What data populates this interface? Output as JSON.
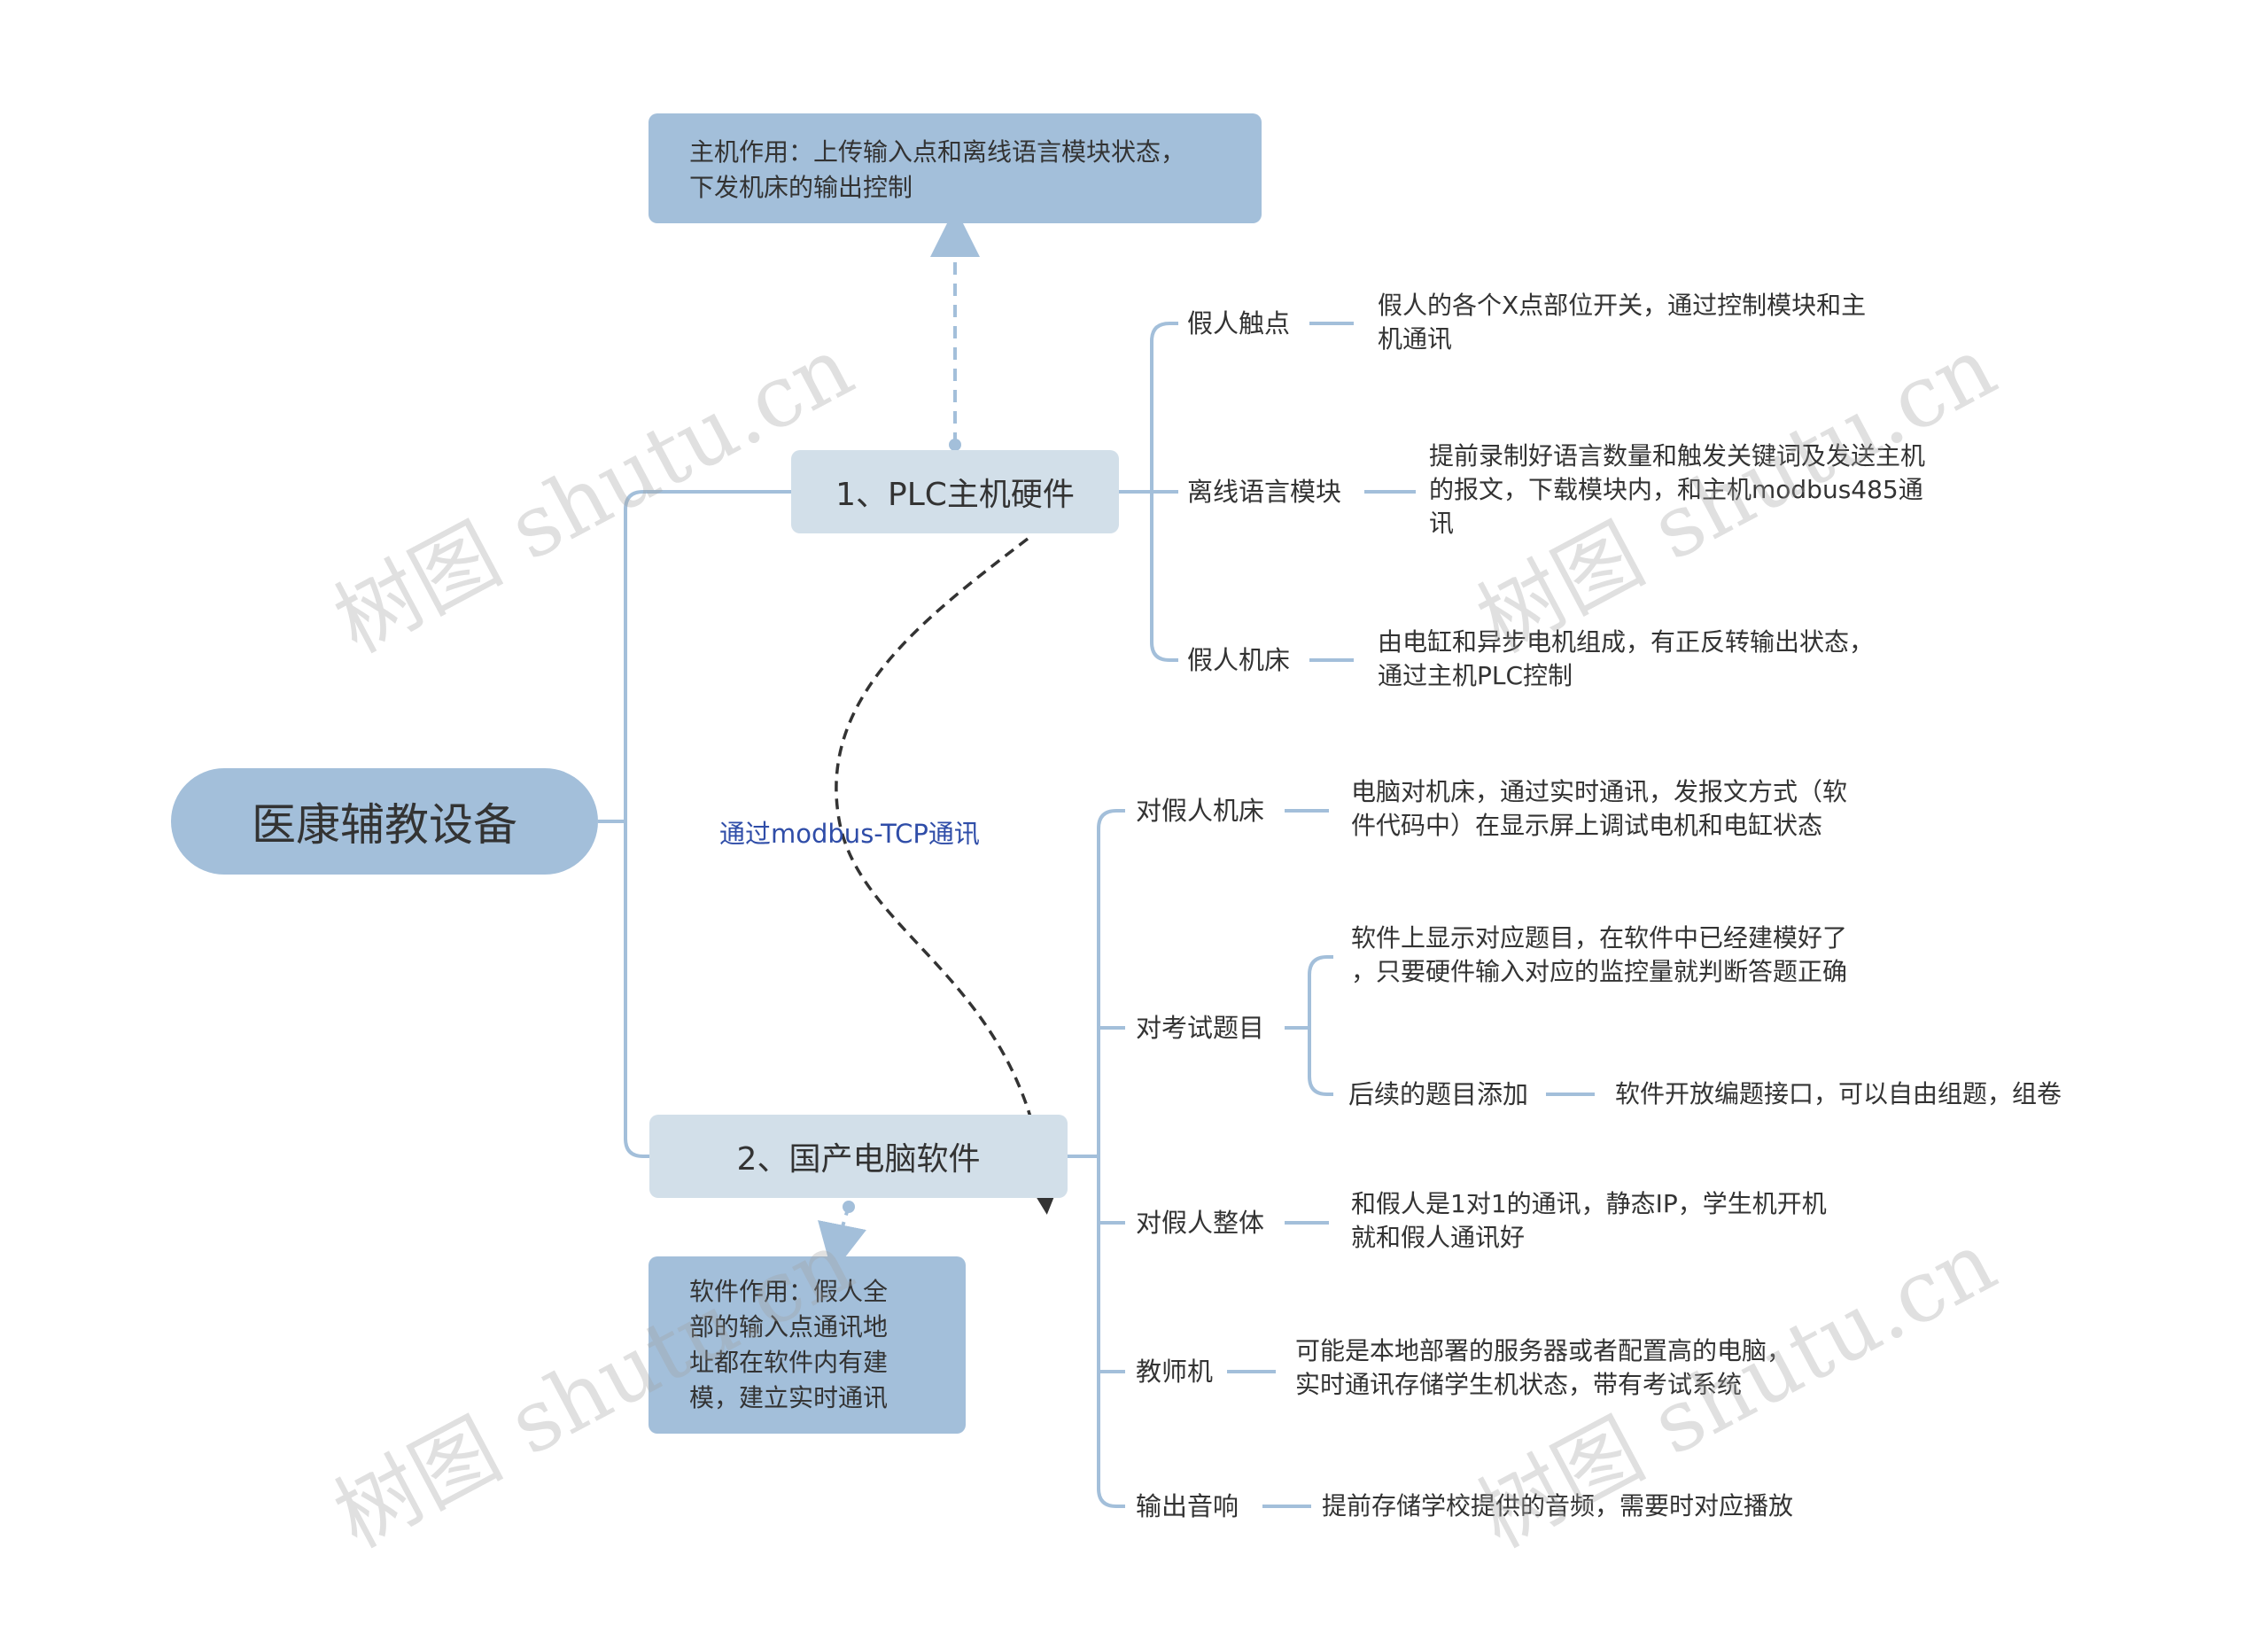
{
  "root": {
    "label": "医康辅教设备"
  },
  "branches": {
    "plc": {
      "label": "1、PLC主机硬件",
      "callout": "主机作用：上传输入点和离线语言模块状态，\n下发机床的输出控制",
      "children": [
        {
          "label": "假人触点",
          "desc": "假人的各个X点部位开关，通过控制模块和主\n机通讯"
        },
        {
          "label": "离线语言模块",
          "desc": "提前录制好语言数量和触发关键词及发送主机\n的报文，下载模块内，和主机modbus485通\n讯"
        },
        {
          "label": "假人机床",
          "desc": "由电缸和异步电机组成，有正反转输出状态，\n通过主机PLC控制"
        }
      ]
    },
    "software": {
      "label": "2、国产电脑软件",
      "callout": "软件作用：假人全\n部的输入点通讯地\n址都在软件内有建\n模，建立实时通讯",
      "children": [
        {
          "label": "对假人机床",
          "desc": "电脑对机床，通过实时通讯，发报文方式（软\n件代码中）在显示屏上调试电机和电缸状态"
        },
        {
          "label": "对考试题目",
          "sub_top": {
            "desc": "软件上显示对应题目，在软件中已经建模好了\n，只要硬件输入对应的监控量就判断答题正确"
          },
          "sub_bottom": {
            "label": "后续的题目添加",
            "desc": "软件开放编题接口，可以自由组题，组卷"
          }
        },
        {
          "label": "对假人整体",
          "desc": "和假人是1对1的通讯，静态IP，学生机开机\n就和假人通讯好"
        },
        {
          "label": "教师机",
          "desc": "可能是本地部署的服务器或者配置高的电脑，\n实时通讯存储学生机状态，带有考试系统"
        },
        {
          "label": "输出音响",
          "desc": "提前存储学校提供的音频，需要时对应播放"
        }
      ]
    }
  },
  "relation": {
    "label": "通过modbus-TCP通讯"
  },
  "watermark": "树图 shutu.cn",
  "colors": {
    "line": "#a3bfda",
    "root": "#a3bfda",
    "branch": "#d2dfe9",
    "relation": "#2f4da8"
  }
}
